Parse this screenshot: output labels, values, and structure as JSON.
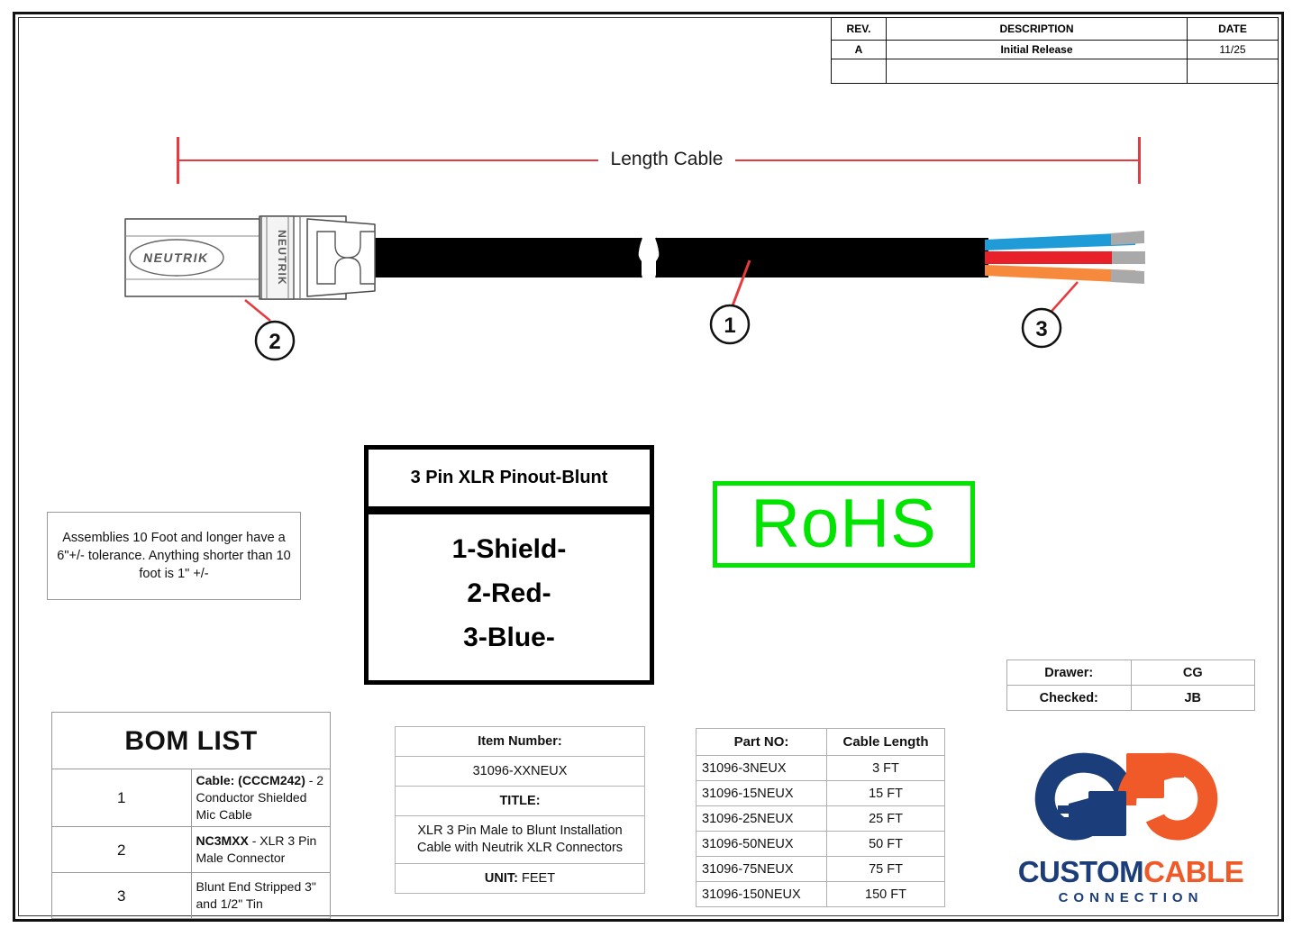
{
  "revision": {
    "headers": [
      "REV.",
      "DESCRIPTION",
      "DATE"
    ],
    "rows": [
      {
        "rev": "A",
        "description": "Initial Release",
        "date": "11/25"
      },
      {
        "rev": "",
        "description": "",
        "date": ""
      }
    ]
  },
  "dimension": {
    "label": "Length Cable"
  },
  "balloons": [
    {
      "id": "1",
      "label": "1"
    },
    {
      "id": "2",
      "label": "2"
    },
    {
      "id": "3",
      "label": "3"
    }
  ],
  "connector": {
    "brand_horizontal": "NEUTRIK",
    "brand_vertical": "NEUTRIK"
  },
  "wires": [
    {
      "name": "blue-conductor",
      "color": "#1f9cd8",
      "tip": "#a9a9a9"
    },
    {
      "name": "red-conductor",
      "color": "#e8202a",
      "tip": "#a9a9a9"
    },
    {
      "name": "shield-drain",
      "color": "#f7893c",
      "tip": "#a9a9a9"
    }
  ],
  "tolerance_note": "Assemblies 10 Foot and longer have a 6\"+/- tolerance. Anything shorter than 10 foot is 1\" +/-",
  "pinout": {
    "title": "3 Pin XLR Pinout-Blunt",
    "lines": [
      "1-Shield-",
      "2-Red-",
      "3-Blue-"
    ]
  },
  "rohs": {
    "label": "RoHS",
    "color": "#00e400"
  },
  "signoff": {
    "drawer_label": "Drawer:",
    "drawer_value": "CG",
    "checked_label": "Checked:",
    "checked_value": "JB"
  },
  "bom": {
    "title": "BOM LIST",
    "rows": [
      {
        "idx": "1",
        "bold": "Cable: (CCCM242)",
        "rest": " - 2 Conductor Shielded Mic Cable"
      },
      {
        "idx": "2",
        "bold": "NC3MXX",
        "rest": " - XLR 3 Pin Male Connector"
      },
      {
        "idx": "3",
        "bold": "",
        "rest": "Blunt End Stripped 3\" and 1/2\" Tin"
      }
    ]
  },
  "item_block": {
    "item_number_label": "Item Number:",
    "item_number_value": "31096-XXNEUX",
    "title_label": "TITLE:",
    "title_value": "XLR 3 Pin Male to Blunt Installation Cable with Neutrik XLR Connectors",
    "unit_label": "UNIT:",
    "unit_value": "FEET"
  },
  "parts": {
    "headers": [
      "Part NO:",
      "Cable Length"
    ],
    "rows": [
      {
        "part": "31096-3NEUX",
        "length": "3 FT"
      },
      {
        "part": "31096-15NEUX",
        "length": "15 FT"
      },
      {
        "part": "31096-25NEUX",
        "length": "25 FT"
      },
      {
        "part": "31096-50NEUX",
        "length": "50 FT"
      },
      {
        "part": "31096-75NEUX",
        "length": "75 FT"
      },
      {
        "part": "31096-150NEUX",
        "length": "150 FT"
      }
    ]
  },
  "logo": {
    "word1": "CUSTOM",
    "word2": "CABLE",
    "tagline": "CONNECTION",
    "navy": "#1b3d7a",
    "orange": "#f05a28"
  }
}
